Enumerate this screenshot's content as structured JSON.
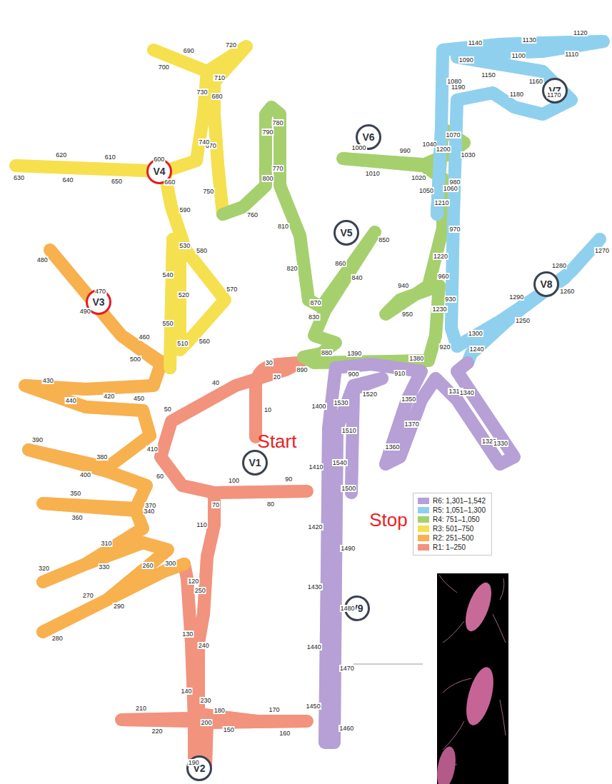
{
  "diagram": {
    "nodes": [
      {
        "text": [
          "V1"
        ]
      },
      {
        "text": [
          "V2"
        ]
      },
      {
        "text": [
          "V3"
        ]
      },
      {
        "text": [
          "V4"
        ]
      },
      {
        "text": [
          "V5"
        ]
      },
      {
        "text": [
          "V6"
        ]
      },
      {
        "text": [
          "V7"
        ]
      },
      {
        "text": [
          "V8"
        ]
      },
      {
        "text": [
          "V9"
        ]
      }
    ],
    "labels": [
      "Start",
      "Stop",
      "10",
      "20",
      "30",
      "40",
      "50",
      "60",
      "70",
      "80",
      "90",
      "100",
      "110",
      "120",
      "130",
      "140",
      "150",
      "160",
      "170",
      "180",
      "190",
      "200",
      "210",
      "220",
      "230",
      "240",
      "250",
      "260",
      "270",
      "280",
      "290",
      "300",
      "310",
      "320",
      "330",
      "340",
      "350",
      "360",
      "370",
      "380",
      "390",
      "400",
      "410",
      "420",
      "430",
      "440",
      "450",
      "460",
      "470",
      "480",
      "490",
      "500",
      "510",
      "520",
      "530",
      "540",
      "550",
      "560",
      "570",
      "580",
      "590",
      "600",
      "610",
      "620",
      "630",
      "640",
      "650",
      "660",
      "670",
      "680",
      "690",
      "700",
      "710",
      "720",
      "730",
      "740",
      "750",
      "760",
      "770",
      "780",
      "790",
      "800",
      "810",
      "820",
      "830",
      "840",
      "850",
      "860",
      "870",
      "880",
      "890",
      "900",
      "910",
      "920",
      "930",
      "940",
      "950",
      "960",
      "970",
      "980",
      "990",
      "1000",
      "1010",
      "1020",
      "1030",
      "1040",
      "1050",
      "1060",
      "1070",
      "1080",
      "1090",
      "1100",
      "1110",
      "1120",
      "1130",
      "1140",
      "1150",
      "1160",
      "1170",
      "1180",
      "1190",
      "1200",
      "1210",
      "1220",
      "1230",
      "1240",
      "1250",
      "1260",
      "1270",
      "1280",
      "1290",
      "1300",
      "1310",
      "1320",
      "1330",
      "1340",
      "1350",
      "1360",
      "1370",
      "1380",
      "1390",
      "1400",
      "1410",
      "1420",
      "1430",
      "1440",
      "1450",
      "1460",
      "1470",
      "1480",
      "1490",
      "1500",
      "1510",
      "1520",
      "1530",
      "1540"
    ],
    "legend": [
      {
        "text": "R6: 1,301–1,542",
        "color": "#b6a0d6"
      },
      {
        "text": "R5: 1,051–1,300",
        "color": "#8fd0ee"
      },
      {
        "text": "R4: 751–1,050",
        "color": "#a6d06e"
      },
      {
        "text": "R3: 501–750",
        "color": "#f5e04f"
      },
      {
        "text": "R2: 251–500",
        "color": "#f7b14f"
      },
      {
        "text": "R1: 1–250",
        "color": "#f2937e"
      }
    ]
  }
}
